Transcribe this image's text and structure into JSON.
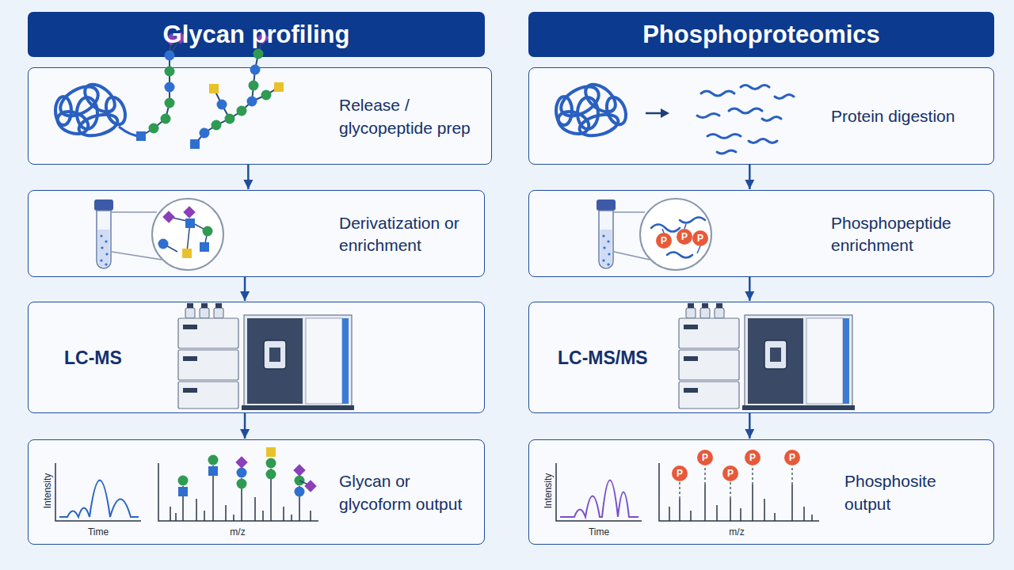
{
  "diagram": {
    "nodes": [
      {
        "text": [
          "Glycan profiling"
        ]
      },
      {
        "text": [
          "Release / glycopeptide prep"
        ]
      },
      {
        "text": [
          "Derivatization or enrichment"
        ]
      },
      {
        "text": [
          "LC-MS"
        ]
      },
      {
        "text": [
          "Glycan or glycoform output"
        ]
      },
      {
        "text": [
          "Phosphoproteomics"
        ]
      },
      {
        "text": [
          "Protein digestion"
        ]
      },
      {
        "text": [
          "Phosphopeptide enrichment"
        ]
      },
      {
        "text": [
          "LC-MS/MS"
        ]
      },
      {
        "text": [
          "Phosphosite output"
        ]
      }
    ],
    "edges": [
      {
        "from": 1,
        "to": 2,
        "arrow": "to"
      },
      {
        "from": 2,
        "to": 3,
        "arrow": "to"
      },
      {
        "from": 3,
        "to": 4,
        "arrow": "to"
      },
      {
        "from": 6,
        "to": 7,
        "arrow": "to"
      },
      {
        "from": 7,
        "to": 8,
        "arrow": "to"
      },
      {
        "from": 8,
        "to": 9,
        "arrow": "to"
      }
    ],
    "labels": [
      "Intensity",
      "Time",
      "m/z",
      "P",
      "P",
      "P",
      "Intensity",
      "Time",
      "m/z",
      "P",
      "P",
      "P",
      "P",
      "P"
    ]
  }
}
